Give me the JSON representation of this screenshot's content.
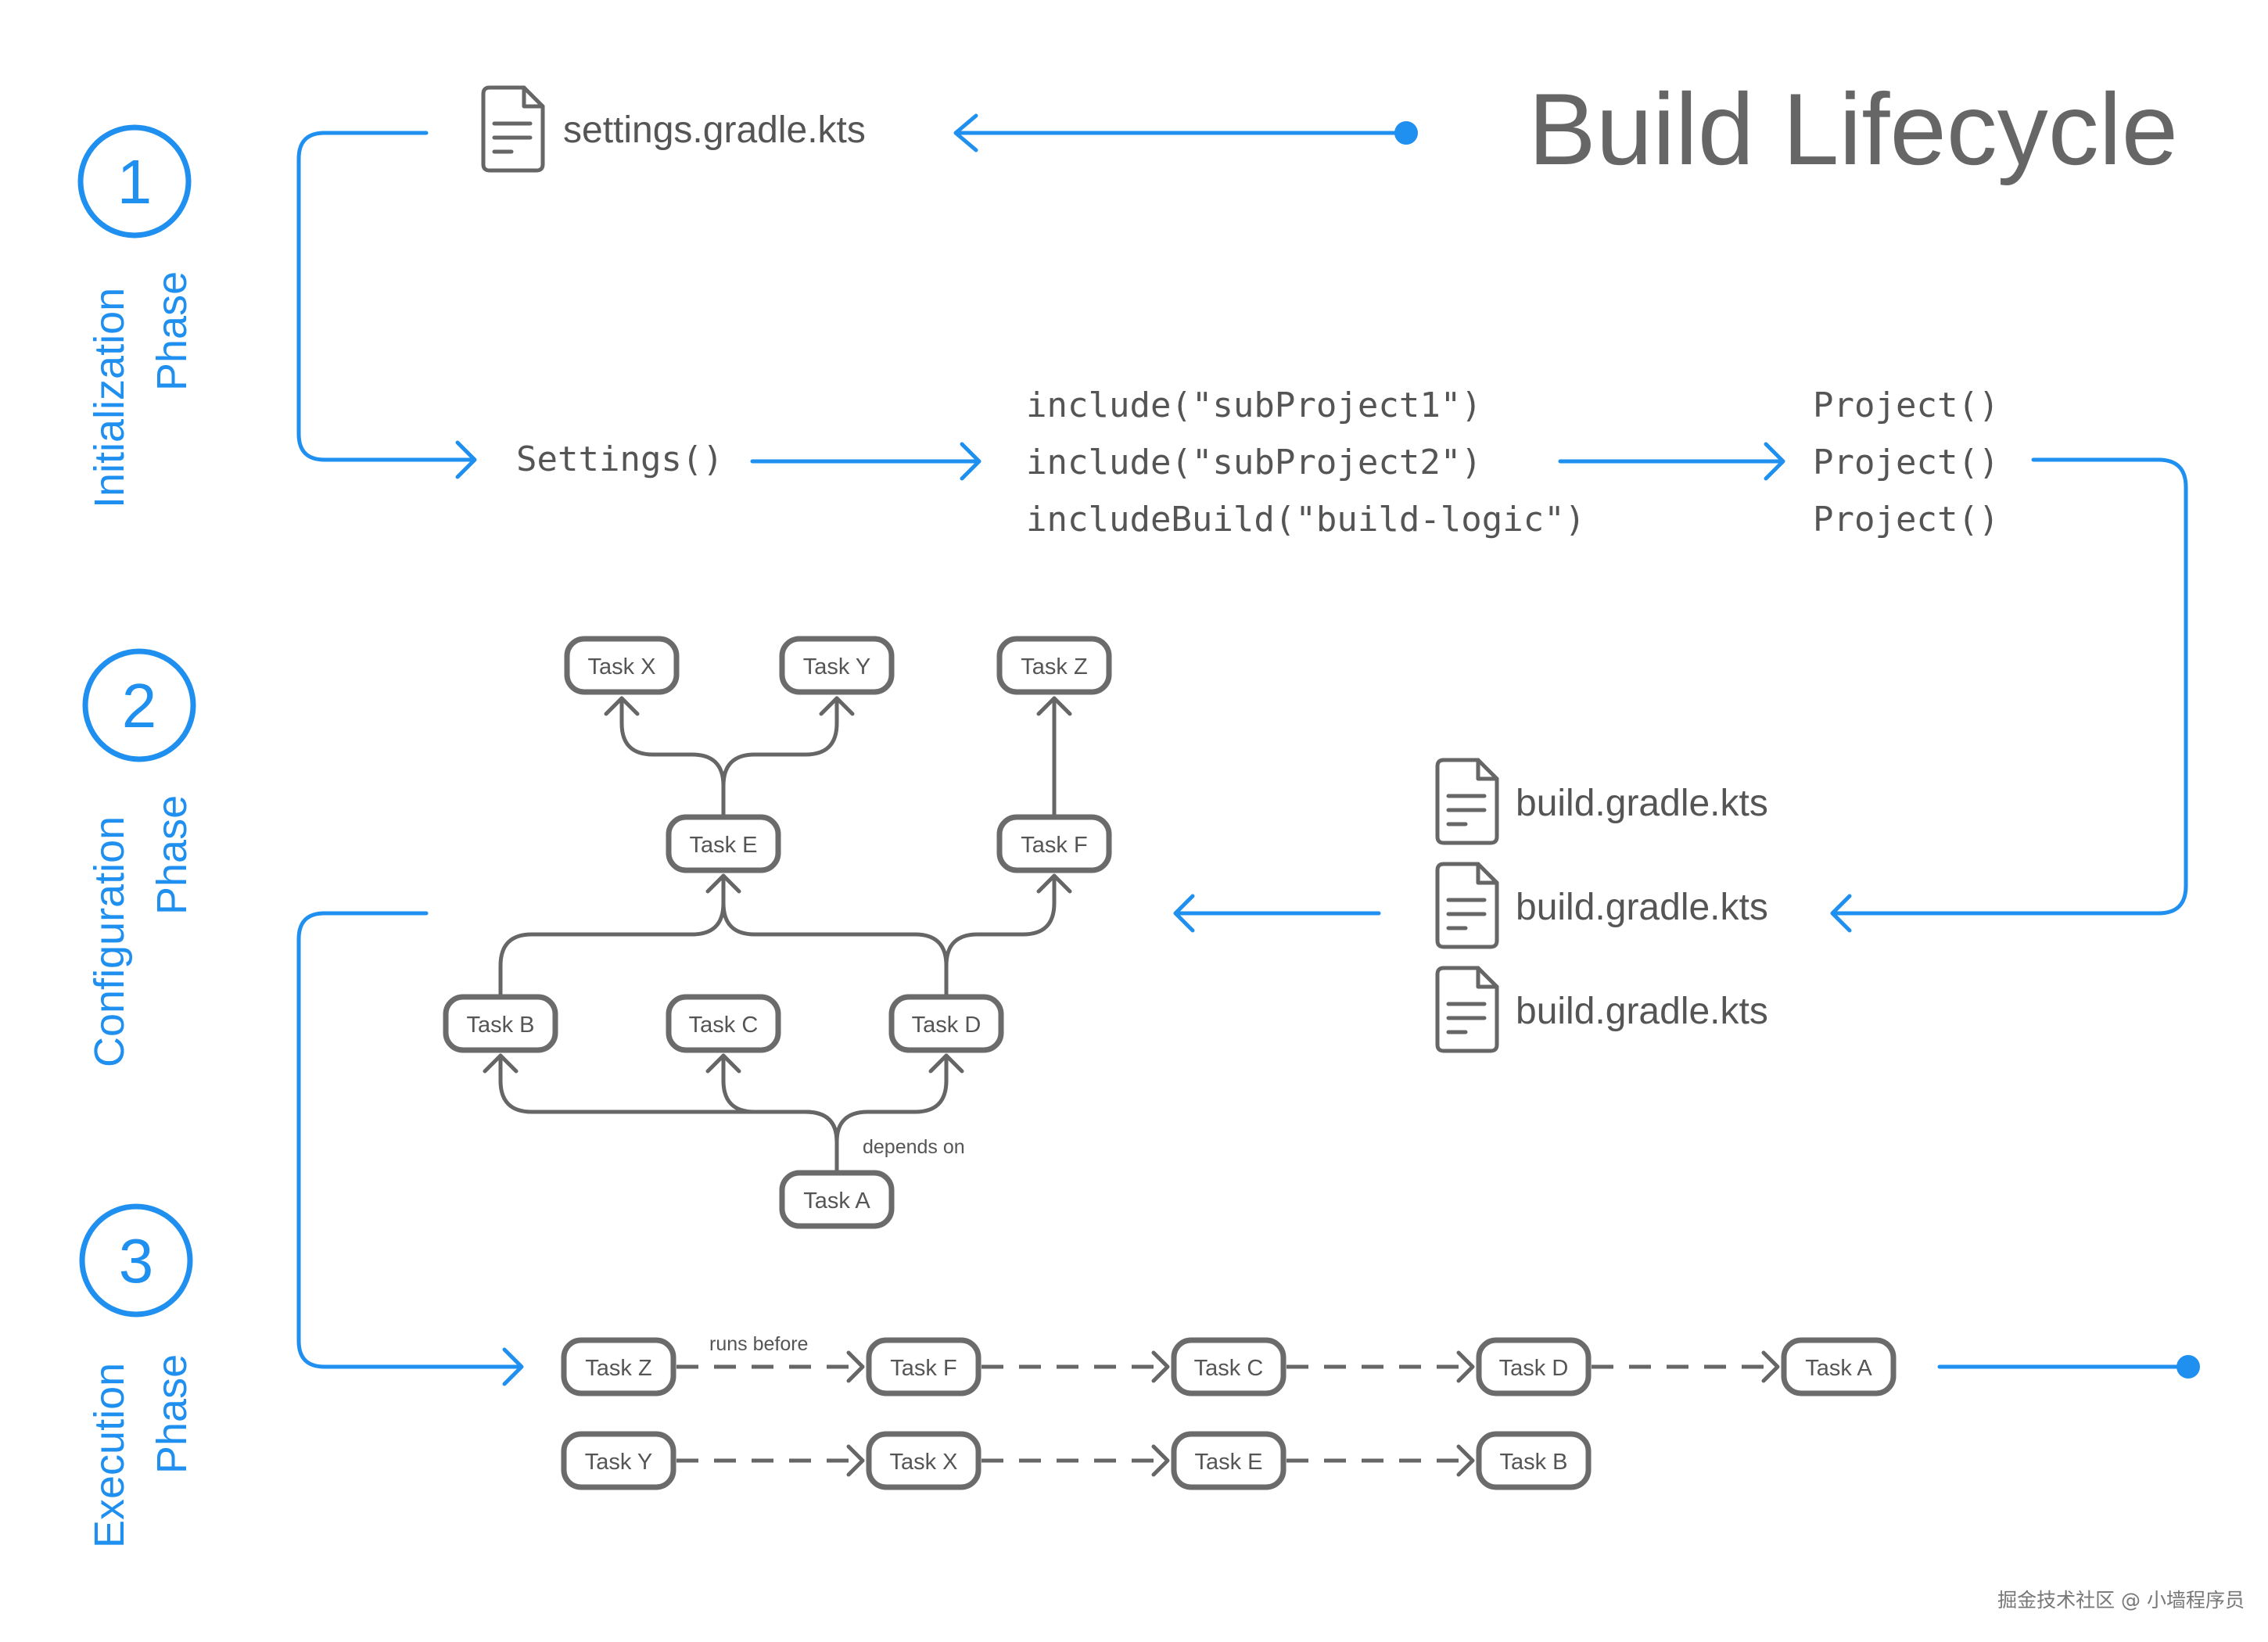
{
  "title": "Build Lifecycle",
  "phases": [
    {
      "number": "1",
      "line1": "Initialization",
      "line2": "Phase"
    },
    {
      "number": "2",
      "line1": "Configuration",
      "line2": "Phase"
    },
    {
      "number": "3",
      "line1": "Execution",
      "line2": "Phase"
    }
  ],
  "initialization": {
    "settings_file": "settings.gradle.kts",
    "settings_call": "Settings()",
    "includes": [
      "include(\"subProject1\")",
      "include(\"subProject2\")",
      "includeBuild(\"build-logic\")"
    ],
    "projects": [
      "Project()",
      "Project()",
      "Project()"
    ]
  },
  "configuration": {
    "build_files": [
      "build.gradle.kts",
      "build.gradle.kts",
      "build.gradle.kts"
    ],
    "tasks": {
      "x": "Task X",
      "y": "Task Y",
      "z": "Task Z",
      "e": "Task E",
      "f": "Task F",
      "b": "Task B",
      "c": "Task C",
      "d": "Task D",
      "a": "Task A"
    },
    "depends_label": "depends on"
  },
  "execution": {
    "runs_before_label": "runs before",
    "row1": [
      "Task Z",
      "Task F",
      "Task C",
      "Task D",
      "Task A"
    ],
    "row2": [
      "Task Y",
      "Task X",
      "Task E",
      "Task B"
    ]
  },
  "watermark": "掘金技术社区 @ 小墙程序员",
  "colors": {
    "accent": "#1f8ff0",
    "gray": "#666666"
  }
}
